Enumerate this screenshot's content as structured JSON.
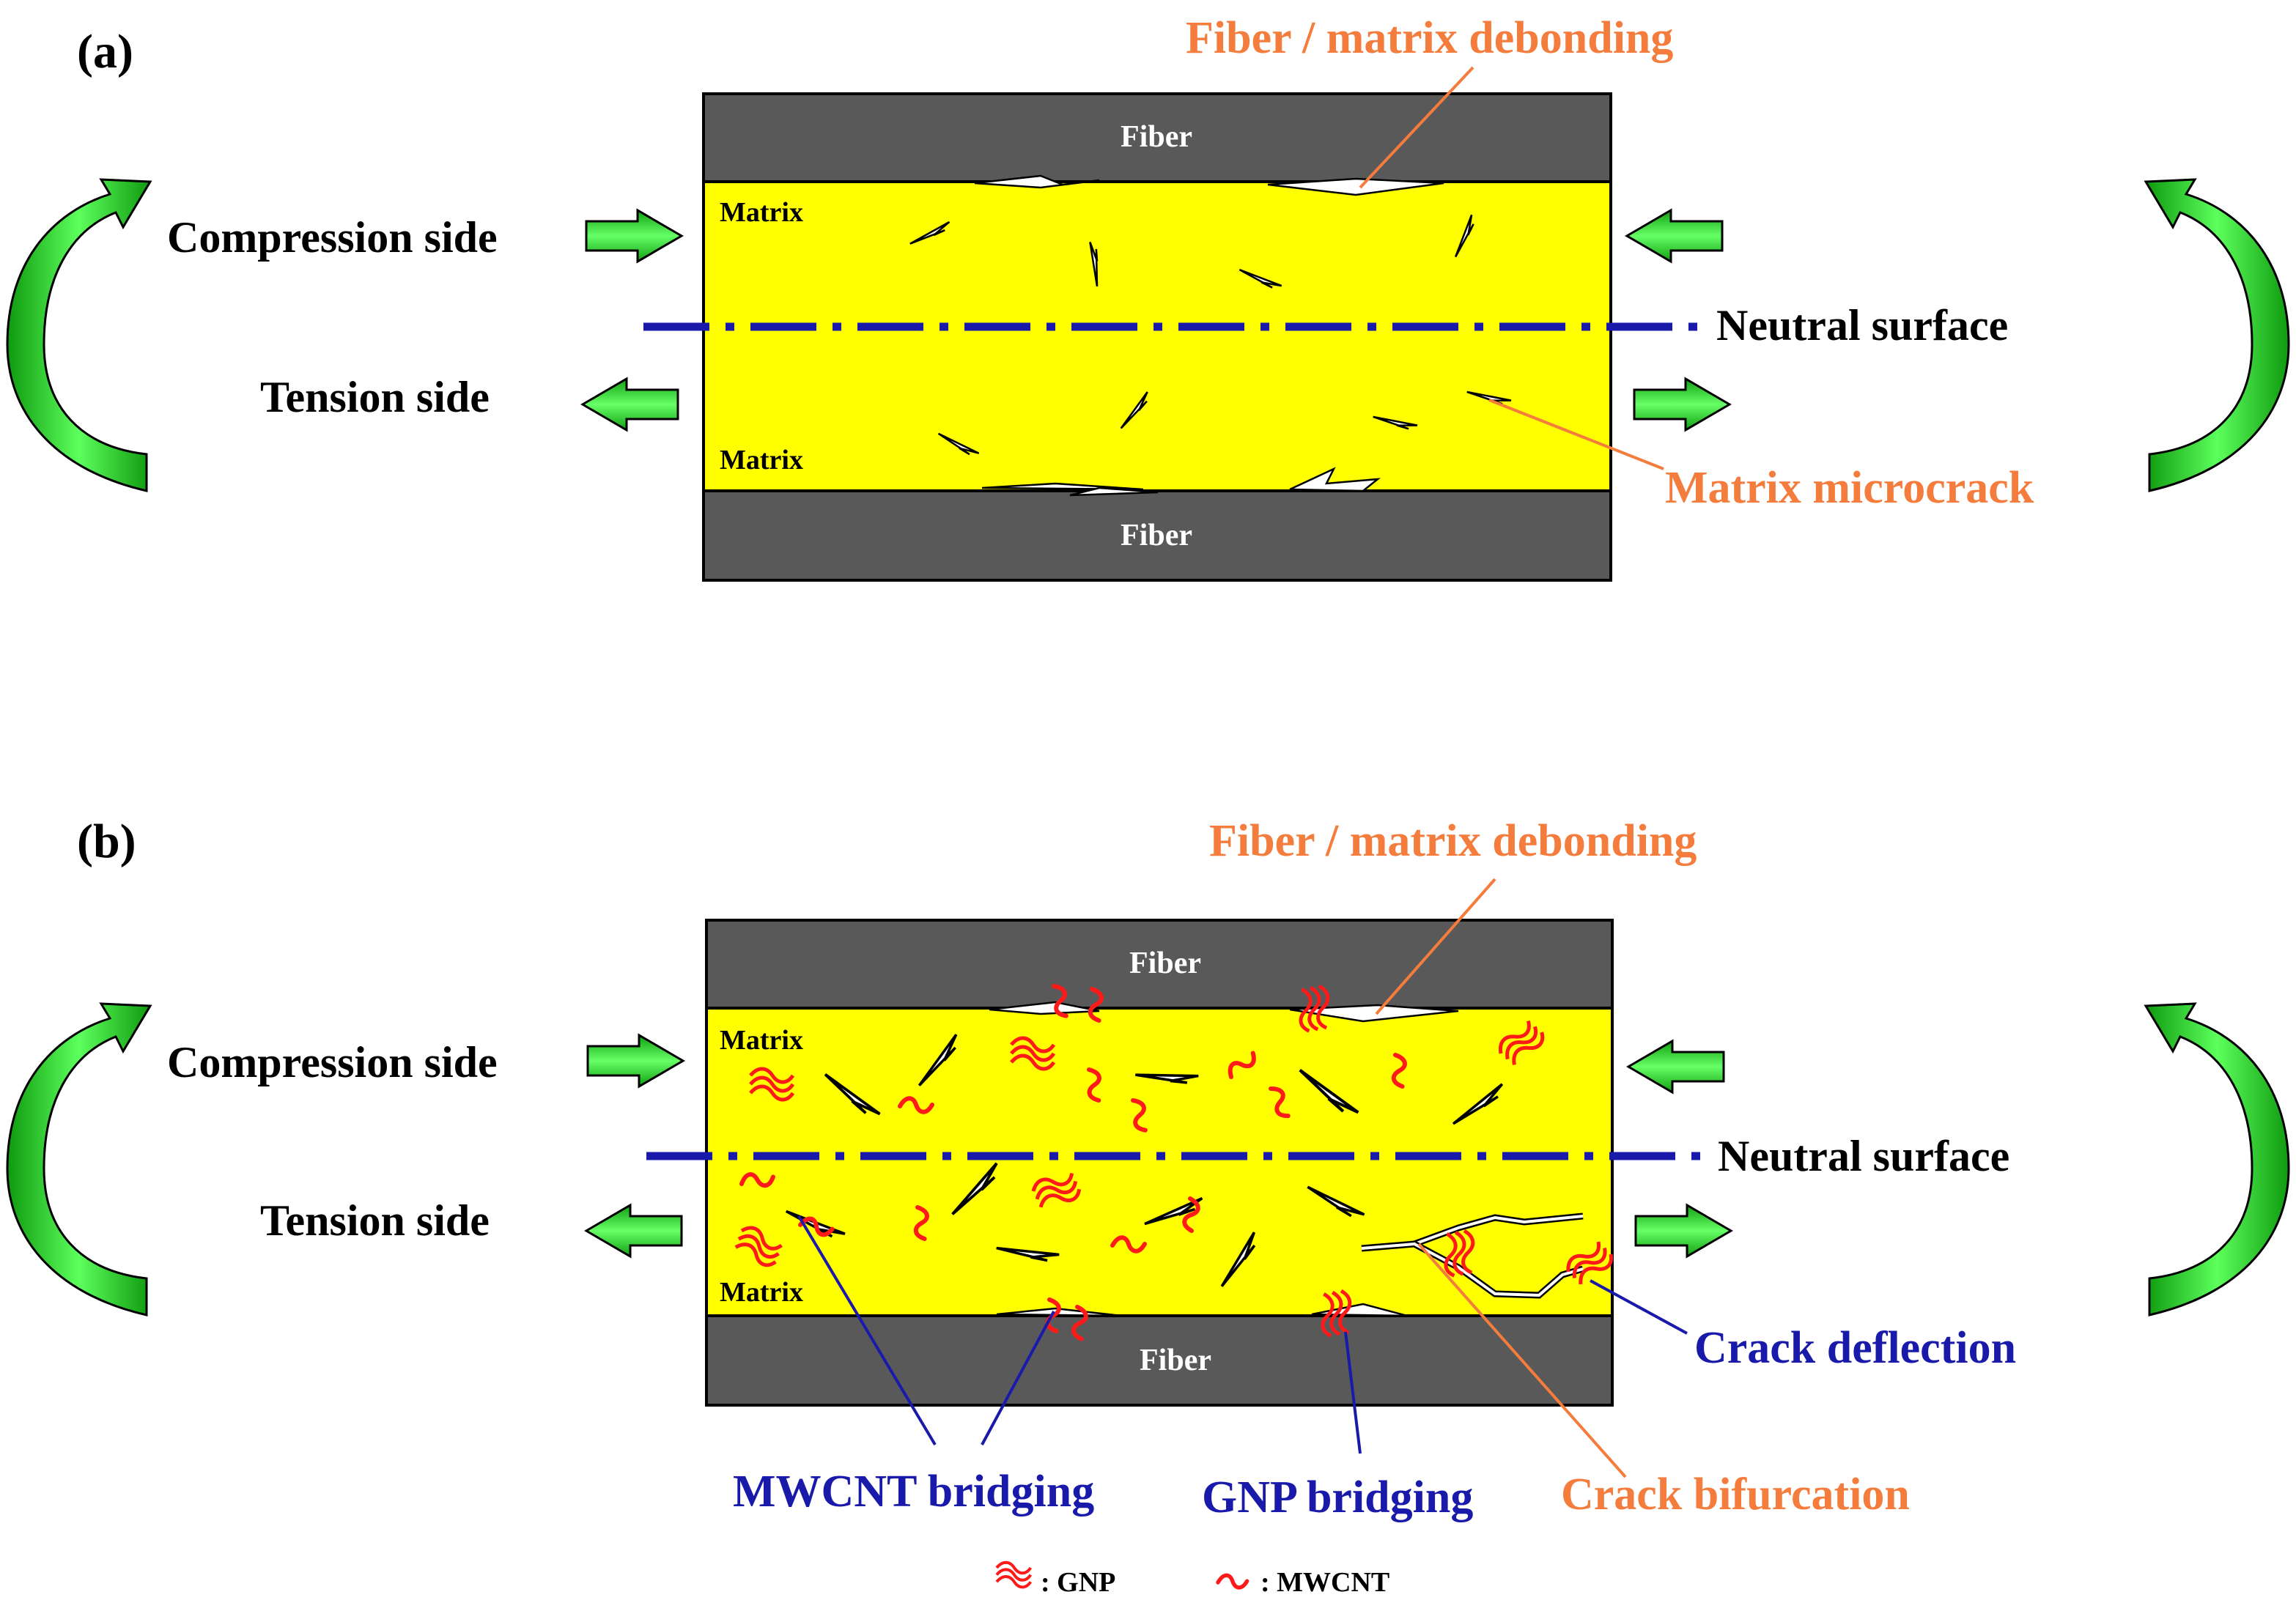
{
  "panel_a": {
    "tag": "(a)",
    "fiber_top": "Fiber",
    "fiber_bottom": "Fiber",
    "matrix_top": "Matrix",
    "matrix_bottom": "Matrix",
    "compression_side": "Compression side",
    "tension_side": "Tension side",
    "neutral_surface": "Neutral surface",
    "debonding": "Fiber / matrix debonding",
    "microcrack": "Matrix microcrack"
  },
  "panel_b": {
    "tag": "(b)",
    "fiber_top": "Fiber",
    "fiber_bottom": "Fiber",
    "matrix_top": "Matrix",
    "matrix_bottom": "Matrix",
    "compression_side": "Compression side",
    "tension_side": "Tension side",
    "neutral_surface": "Neutral surface",
    "debonding": "Fiber / matrix debonding",
    "crack_deflection": "Crack deflection",
    "crack_bifurcation": "Crack bifurcation",
    "mwcnt_bridging": "MWCNT bridging",
    "gnp_bridging": "GNP bridging"
  },
  "legend": {
    "gnp": ": GNP",
    "mwcnt": ": MWCNT"
  },
  "colors": {
    "fiber": "#595959",
    "matrix": "#ffff00",
    "arrow_green": "#33ff33",
    "neutral_line": "#1a1aaa",
    "orange_label": "#f47c3c",
    "blue_label": "#1a1aaa",
    "nanofiller_red": "#ff1a1a"
  }
}
